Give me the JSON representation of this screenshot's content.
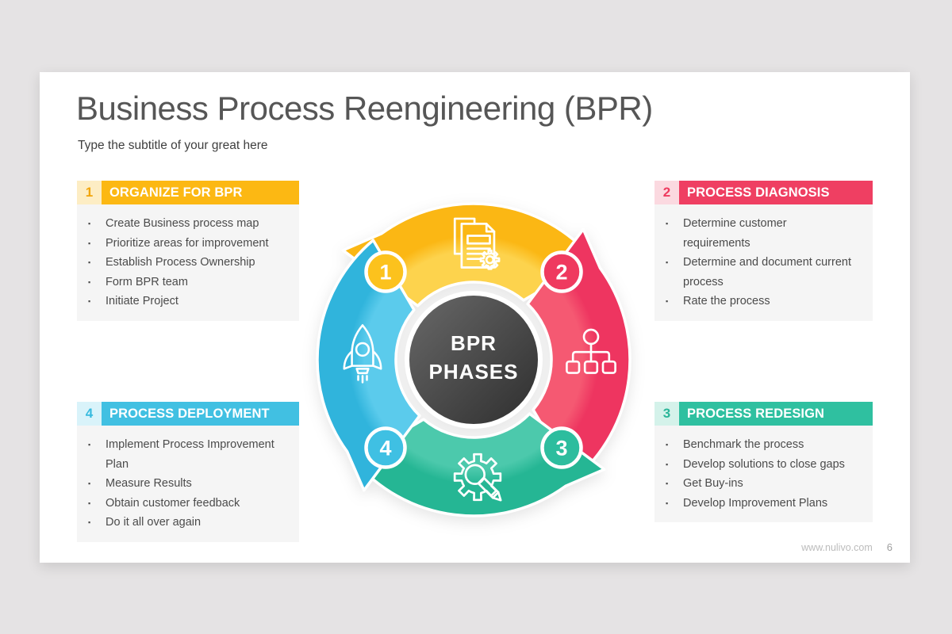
{
  "slide": {
    "title": "Business Process Reengineering (BPR)",
    "subtitle": "Type the subtitle of your great here",
    "background_color": "#ffffff",
    "page_background_color": "#e5e3e4",
    "footer": {
      "website": "www.nulivo.com",
      "page_number": "6"
    }
  },
  "wheel": {
    "center": {
      "label_line1": "BPR",
      "label_line2": "PHASES",
      "bg_color": "#454545",
      "text_color": "#ffffff"
    },
    "segments": [
      {
        "number": "1",
        "icon": "document-gear-icon",
        "base_color": "#fbb714",
        "light_color": "#fdd34d",
        "badge_color": "#fcc21d"
      },
      {
        "number": "2",
        "icon": "org-chart-icon",
        "base_color": "#ee3560",
        "light_color": "#f55972",
        "badge_color": "#ef3a5f"
      },
      {
        "number": "3",
        "icon": "gear-pencil-icon",
        "base_color": "#25b694",
        "light_color": "#4cc9ac",
        "badge_color": "#2dbd9e"
      },
      {
        "number": "4",
        "icon": "rocket-icon",
        "base_color": "#30b4dc",
        "light_color": "#5bcbec",
        "badge_color": "#3fc0e3"
      }
    ]
  },
  "boxes": [
    {
      "number": "1",
      "title": "ORGANIZE FOR BPR",
      "accent_color": "#fcb813",
      "tint_color": "#fdedc4",
      "number_color": "#f2a50a",
      "items": [
        "Create Business process map",
        "Prioritize areas for improvement",
        "Establish Process Ownership",
        "Form BPR team",
        "Initiate Project"
      ]
    },
    {
      "number": "2",
      "title": "PROCESS DIAGNOSIS",
      "accent_color": "#ef3f62",
      "tint_color": "#fbd9e0",
      "number_color": "#ee3b5f",
      "items": [
        "Determine customer requirements",
        "Determine and document current process",
        "Rate the process"
      ]
    },
    {
      "number": "3",
      "title": "PROCESS REDESIGN",
      "accent_color": "#2fc0a0",
      "tint_color": "#d4f2ea",
      "number_color": "#29b598",
      "items": [
        "Benchmark the process",
        "Develop solutions to close gaps",
        "Get Buy-ins",
        "Develop Improvement Plans"
      ]
    },
    {
      "number": "4",
      "title": "PROCESS DEPLOYMENT",
      "accent_color": "#41c0e2",
      "tint_color": "#d9f3fa",
      "number_color": "#38bbdf",
      "items": [
        "Implement Process Improvement Plan",
        "Measure Results",
        "Obtain customer feedback",
        "Do it all over again"
      ]
    }
  ]
}
